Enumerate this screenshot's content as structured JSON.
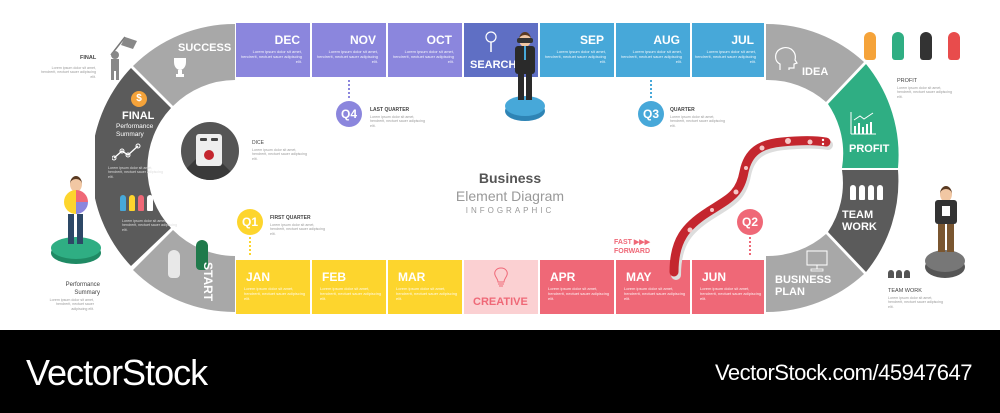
{
  "colors": {
    "purple": "#8b86dd",
    "search_blue": "#5f6fc4",
    "blue": "#47a8d9",
    "yellow": "#fdd52d",
    "pink_light": "#fbd0d2",
    "pink": "#ef6877",
    "gray_light": "#a8a8a8",
    "gray_dark": "#5b5b5b",
    "green": "#2fae83",
    "snake_red": "#c4262e"
  },
  "lorem": "Lorem ipsum dolor sit amet, hendrerit, nectuet sauer adipiscing elit.",
  "top_row": [
    {
      "label": "DEC",
      "color": "#8b86dd"
    },
    {
      "label": "NOV",
      "color": "#8b86dd"
    },
    {
      "label": "OCT",
      "color": "#8b86dd"
    },
    {
      "label": "SEARCH",
      "color": "#5f6fc4",
      "icon": "magnifier-icon"
    },
    {
      "label": "SEP",
      "color": "#47a8d9"
    },
    {
      "label": "AUG",
      "color": "#47a8d9"
    },
    {
      "label": "JUL",
      "color": "#47a8d9"
    }
  ],
  "bottom_row": [
    {
      "label": "JAN",
      "color": "#fdd52d"
    },
    {
      "label": "FEB",
      "color": "#fdd52d"
    },
    {
      "label": "MAR",
      "color": "#fdd52d"
    },
    {
      "label": "CREATIVE",
      "color": "#fbd0d2",
      "icon": "lightbulb-icon"
    },
    {
      "label": "APR",
      "color": "#ef6877"
    },
    {
      "label": "MAY",
      "color": "#ef6877"
    },
    {
      "label": "JUN",
      "color": "#ef6877"
    }
  ],
  "left_arc": {
    "success": "SUCCESS",
    "final_title": "FINAL",
    "final_sub": "Performance Summary",
    "start": "START"
  },
  "right_arc": {
    "idea": "IDEA",
    "profit": "PROFIT",
    "team_work": "TEAM WORK",
    "business_plan": "BUSINESS PLAN"
  },
  "quarters": {
    "q1": {
      "badge": "Q1",
      "label": "FIRST QUARTER",
      "color": "#fdd52d"
    },
    "q2": {
      "badge": "Q2",
      "label": "",
      "color": "#ef6877"
    },
    "q3": {
      "badge": "Q3",
      "label": "QUARTER",
      "color": "#47a8d9"
    },
    "q4": {
      "badge": "Q4",
      "label": "LAST QUARTER",
      "color": "#8b86dd"
    }
  },
  "dice": {
    "label": "DICE"
  },
  "fast_forward": {
    "line1": "FAST ▶▶▶",
    "line2": "FORWARD"
  },
  "center": {
    "line1": "Business",
    "line2": "Element Diagram",
    "line3": "INFOGRAPHIC"
  },
  "side": {
    "final": "FINAL",
    "performance_summary": "Performance Summary",
    "profit": "PROFIT",
    "team_work": "TEAM WORK"
  },
  "footer": {
    "brand": "VectorStock",
    "url": "VectorStock.com/45947647"
  }
}
